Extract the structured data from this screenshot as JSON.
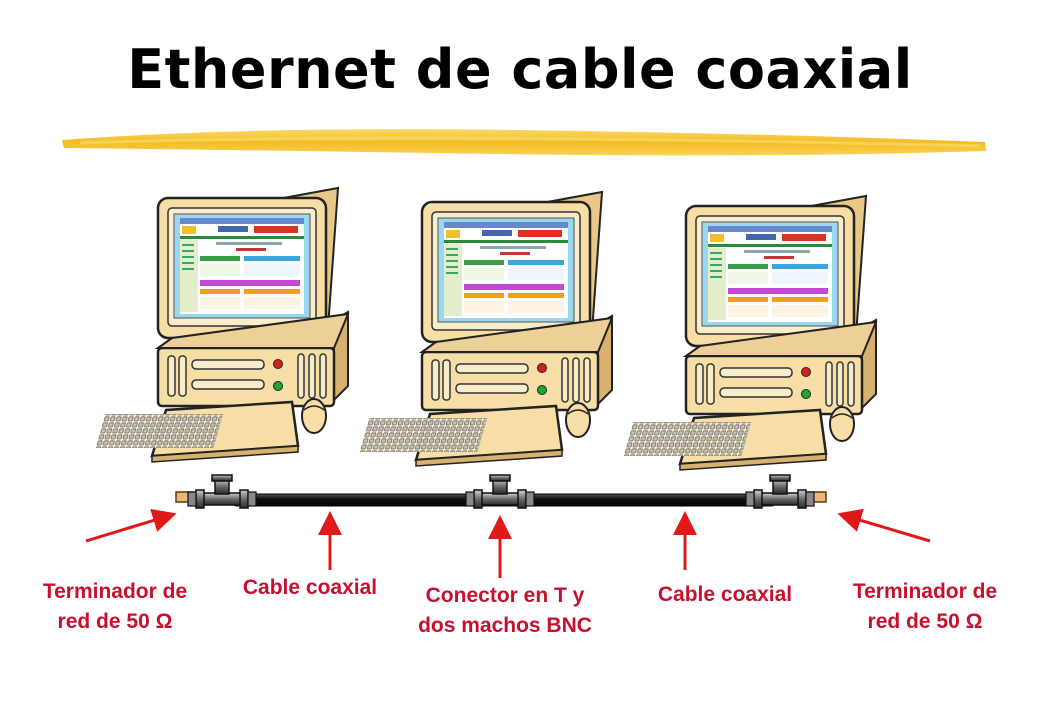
{
  "title": "Ethernet de cable coaxial",
  "colors": {
    "label_red": "#c8102e",
    "highlighter_yellow": "#f4c020",
    "computer_beige": "#f6dea6",
    "screen_blue": "#9ad8f0",
    "cable_black": "#111111",
    "terminator_tan": "#e9b878"
  },
  "computers": [
    {
      "name": "computer-1"
    },
    {
      "name": "computer-2"
    },
    {
      "name": "computer-3"
    }
  ],
  "labels": {
    "terminator_left": {
      "line1": "Terminador de",
      "line2": "red de 50 Ω"
    },
    "cable_left": {
      "line1": "Cable coaxial"
    },
    "t_connector": {
      "line1": "Conector en T y",
      "line2": "dos machos BNC"
    },
    "cable_right": {
      "line1": "Cable coaxial"
    },
    "terminator_right": {
      "line1": "Terminador de",
      "line2": "red de 50 Ω"
    }
  }
}
